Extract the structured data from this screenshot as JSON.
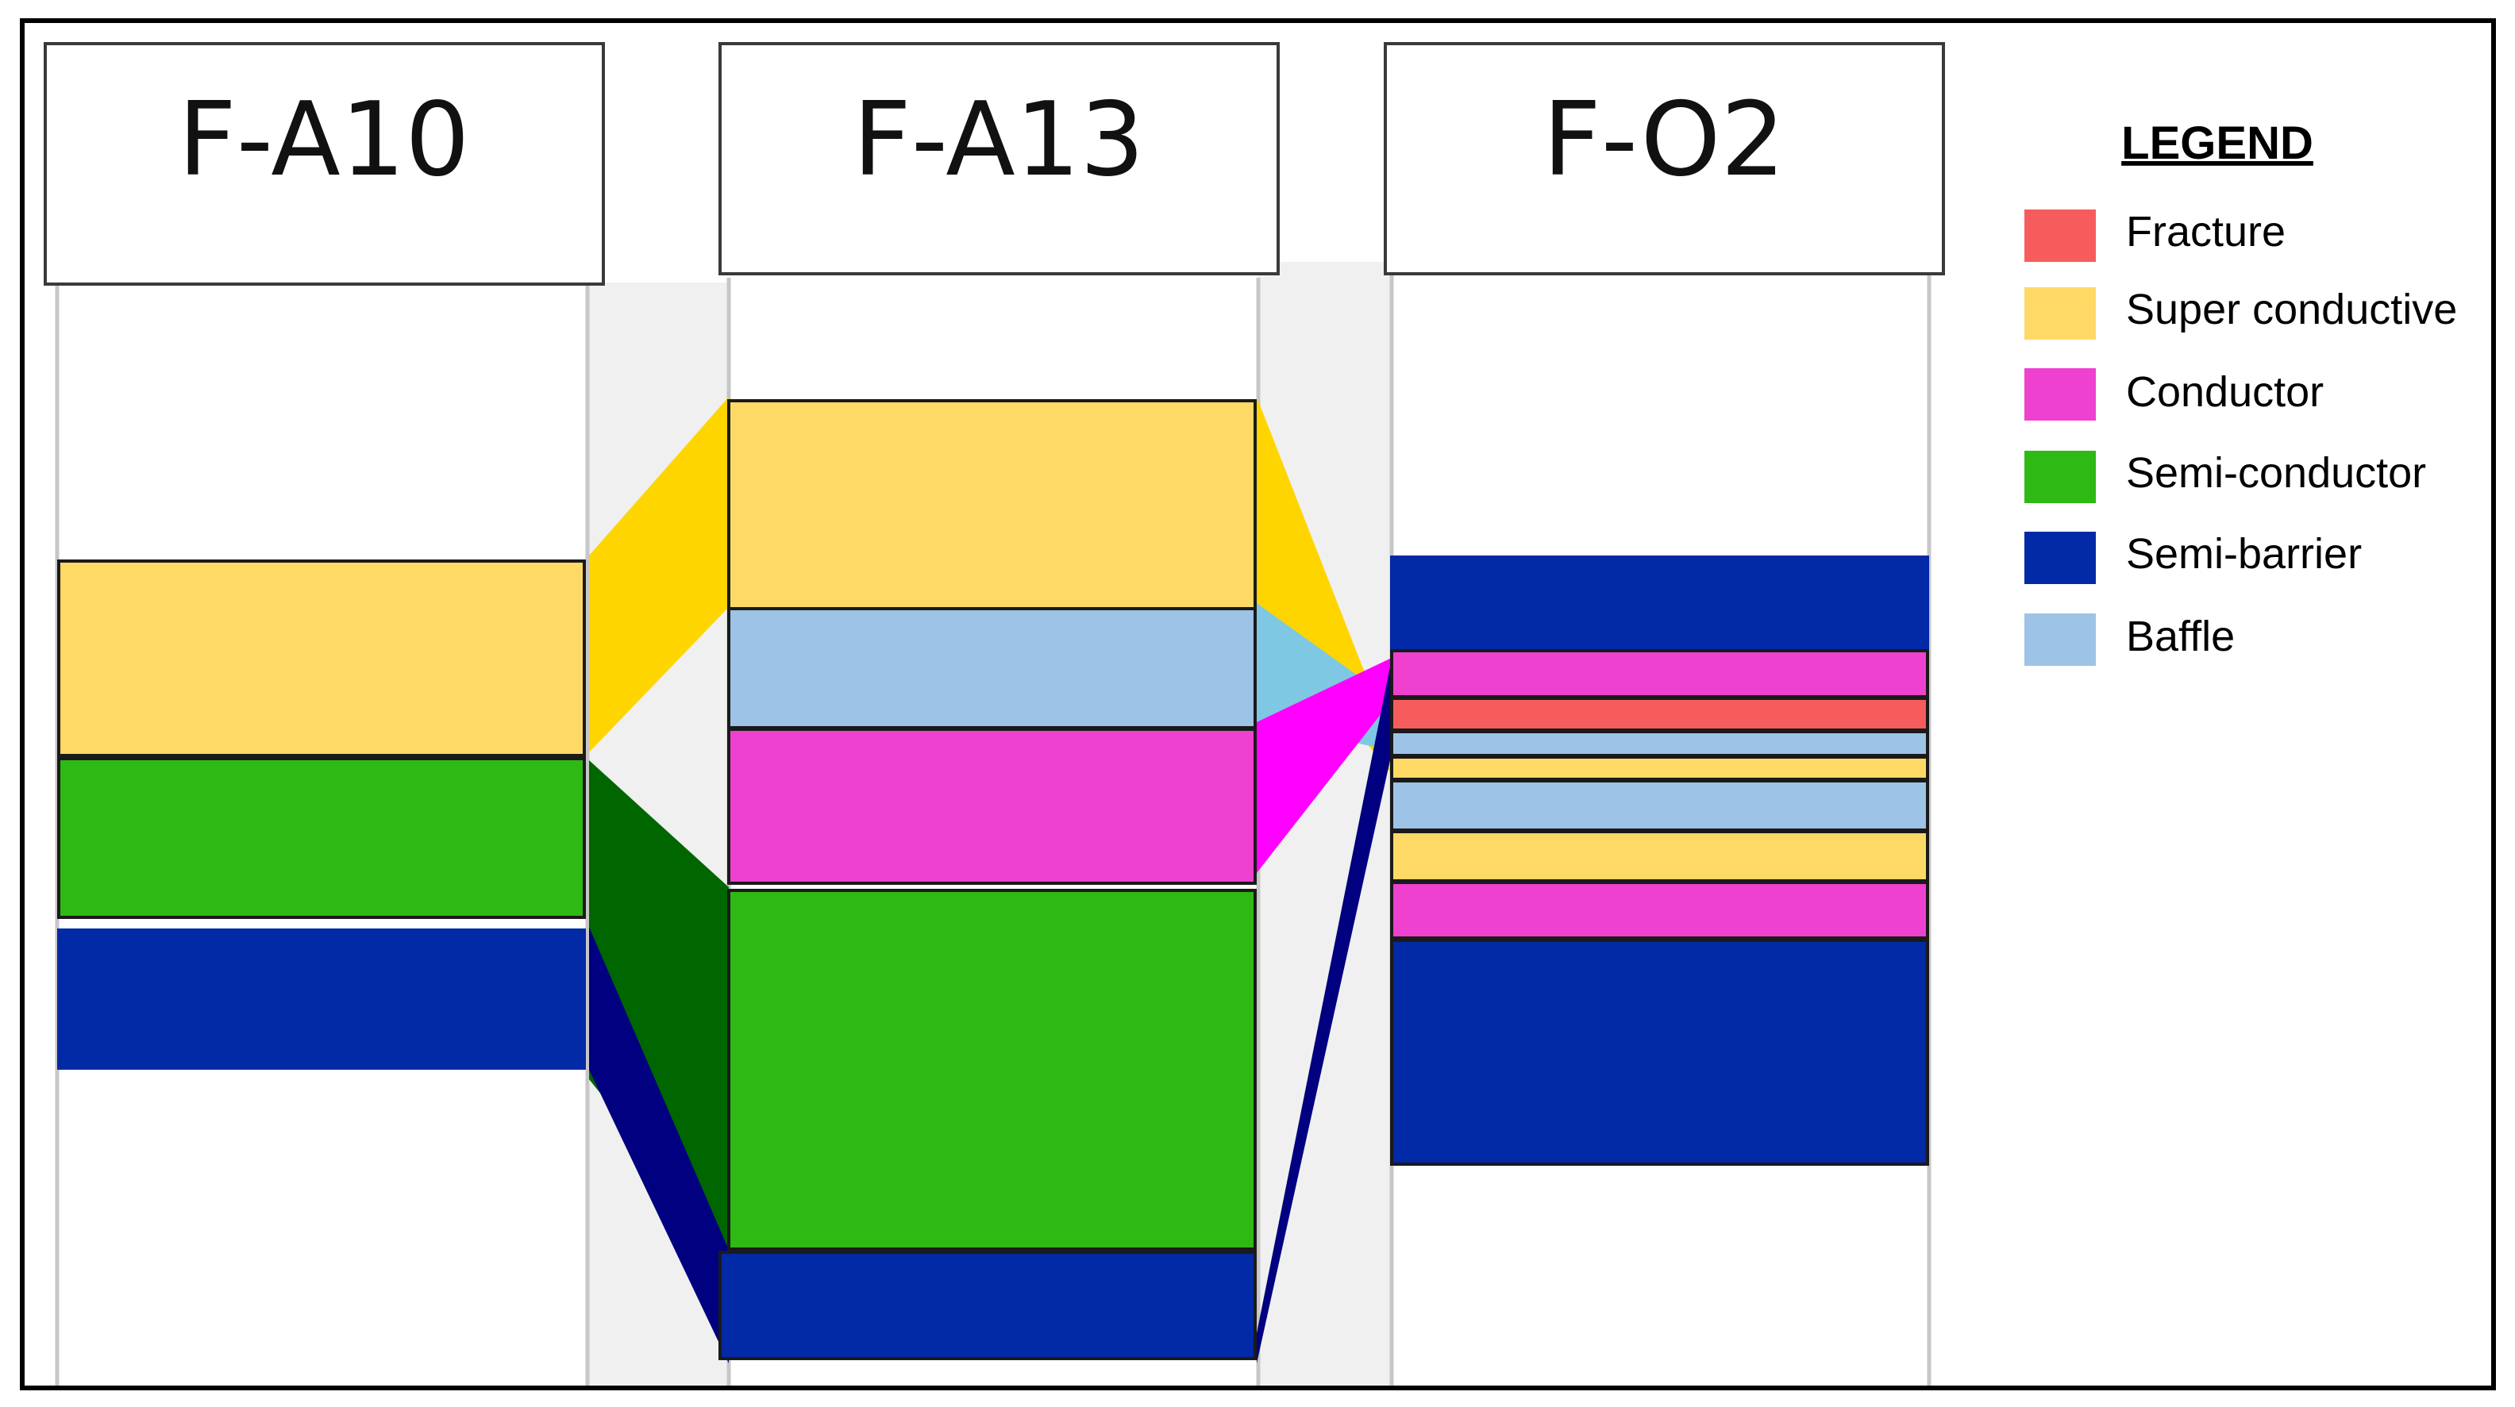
{
  "wells": [
    {
      "name": "F-A10"
    },
    {
      "name": "F-A13"
    },
    {
      "name": "F-O2"
    }
  ],
  "legend": {
    "title": "LEGEND",
    "items": [
      {
        "label": "Fracture",
        "color": "#f75c5c"
      },
      {
        "label": "Super conductive",
        "color": "#ffd966"
      },
      {
        "label": "Conductor",
        "color": "#ee41cf"
      },
      {
        "label": "Semi-conductor",
        "color": "#2eb914"
      },
      {
        "label": "Semi-barrier",
        "color": "#0229a6"
      },
      {
        "label": "Baffle",
        "color": "#9dc3e6"
      }
    ]
  },
  "connector_colors": {
    "super_conductive": "#ffd500",
    "semi_conductor": "#006600",
    "semi_barrier": "#000080",
    "baffle": "#7ec8e3",
    "conductor": "#ff00ff"
  }
}
